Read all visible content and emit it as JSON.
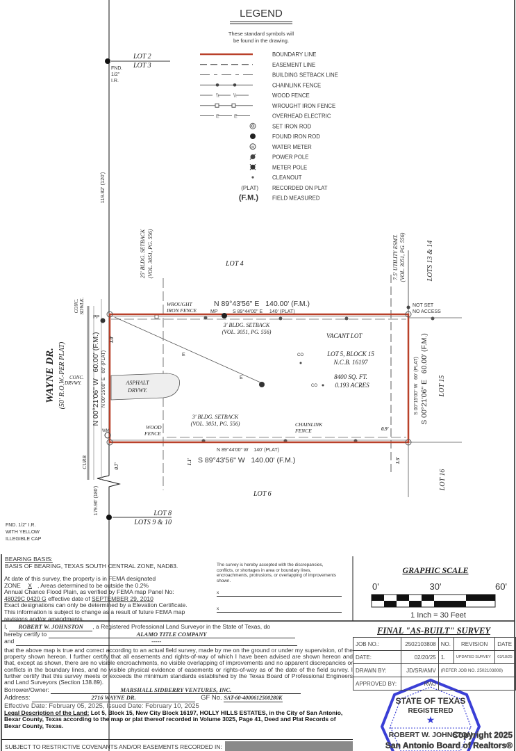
{
  "legend": {
    "title": "LEGEND",
    "subtitle": [
      "These standard symbols will",
      "be found in the drawing."
    ],
    "items": [
      {
        "label": "BOUNDARY LINE",
        "symbol": "boundary-line"
      },
      {
        "label": "EASEMENT LINE",
        "symbol": "easement-line"
      },
      {
        "label": "BUILDING SETBACK LINE",
        "symbol": "setback-line"
      },
      {
        "label": "CHAINLINK FENCE",
        "symbol": "chainlink-fence"
      },
      {
        "label": "WOOD FENCE",
        "symbol": "wood-fence"
      },
      {
        "label": "WROUGHT IRON FENCE",
        "symbol": "wrought-iron-fence"
      },
      {
        "label": "OVERHEAD ELECTRIC",
        "symbol": "overhead-electric"
      },
      {
        "label": "SET IRON ROD",
        "symbol": "set-iron-rod"
      },
      {
        "label": "FOUND IRON ROD",
        "symbol": "found-iron-rod"
      },
      {
        "label": "WATER METER",
        "symbol": "water-meter"
      },
      {
        "label": "POWER POLE",
        "symbol": "power-pole"
      },
      {
        "label": "METER POLE",
        "symbol": "meter-pole"
      },
      {
        "label": "CLEANOUT",
        "symbol": "cleanout"
      },
      {
        "label": "RECORDED ON PLAT",
        "symbol": "(PLAT)"
      },
      {
        "label": "FIELD MEASURED",
        "symbol": "(F.M.)"
      }
    ],
    "electric_letter": "E",
    "boundary_color": "#b9412a"
  },
  "plat": {
    "lot2": "LOT 2",
    "lot3": "LOT 3",
    "fnd_top": [
      "FND.",
      "1/2\"",
      "I.R."
    ],
    "west_dist": "119.82' (120')",
    "lot4": "LOT 4",
    "setback25": [
      "25' BLDG. SETBACK",
      "(VOL. 3051, PG. 556)"
    ],
    "utility_esmt": [
      "7.5' UTILITY ESMT.",
      "(VOL. 3051, PG. 556)"
    ],
    "lots13_14": "LOTS 13 & 14",
    "conc_sdwlk": [
      "CONC.",
      "SDWLK."
    ],
    "pp": "PP",
    "wrought_iron": [
      "WROUGHT",
      "IRON FENCE"
    ],
    "mp": "MP",
    "north_fm": "N 89°43'56\" E   140.00' (F.M.)",
    "north_plat": "S 89°44'00\" E     140' (PLAT)",
    "setback3_top": [
      "3' BLDG. SETBACK",
      "(VOL. 3051, PG. 556)"
    ],
    "not_set": [
      "NOT SET",
      "NO ACCESS"
    ],
    "one_ft": "1.0'",
    "street": "WAYNE DR.",
    "row": "(50' R.O.W.-PER PLAT)",
    "west_fm": "N 00°21'06\" W   60.00' (F.M.)",
    "west_plat": "N 00°15'00\" E   60' (PLAT)",
    "conc_drvwy": [
      "CONC.",
      "DRVWY."
    ],
    "asphalt": [
      "ASPHALT",
      "DRVWY."
    ],
    "vacant": "VACANT LOT",
    "lot5": "LOT 5, BLOCK 15",
    "ncb": "N.C.B. 16197",
    "sqft": "8400 SQ. FT.",
    "acres": "0.193 ACRES",
    "co": "CO",
    "east_fm": "S 00°21'06\" E   60.00' (F.M.)",
    "east_plat": "S 00°15'00\" W   60' (PLAT)",
    "lot15": "LOT 15",
    "wm": "WM",
    "wood_fence": [
      "WOOD",
      "FENCE"
    ],
    "setback3_bottom": [
      "3' BLDG. SETBACK",
      "(VOL. 3051, PG. 556)"
    ],
    "chainlink": [
      "CHAINLINK",
      "FENCE"
    ],
    "south_plat": "N 89°44'00\" W    140' (PLAT)",
    "south_fm": "S 89°43'56\" W   140.00' (F.M.)",
    "d09": "0.9'",
    "d11": "1.1'",
    "d15": "1.5'",
    "d07": "0.7'",
    "curb": "CURB",
    "south_dist": "179.96' (180')",
    "lot16": "LOT 16",
    "lot6": "LOT 6",
    "lot8": "LOT 8",
    "lots9_10": "LOTS 9 & 10",
    "fnd_bottom": [
      "FND. 1/2\" I.R.",
      "WITH YELLOW",
      "ILLEGIBLE CAP"
    ]
  },
  "notes": {
    "bearing_heading": "BEARING BASIS:",
    "bearing_text": "BASIS OF BEARING, TEXAS SOUTH CENTRAL ZONE, NAD83.",
    "fema_1": "At date of this survey, the property is in FEMA designated",
    "fema_zone_label": "ZONE",
    "fema_zone": "X",
    "fema_2": ", Areas determined to be outside the 0.2%",
    "fema_3": "Annual Chance Flood Plain, as verified by FEMA map Panel No:",
    "fema_panel": "48029C 0420 G",
    "fema_eff": "effective date of",
    "fema_date": "SEPTEMBER 29, 2010",
    "fema_4": "Exact designations can only be determined by a Elevation Certificate. This information is subject to change as a result of future FEMA map revisions and/or amendments.",
    "acceptance": "The survey is hereby accepted with the discrepancies, conflicts, or shortages in area or boundary lines, encroachments, protrusions, or overlapping of improvements shown.",
    "sig_x": "x"
  },
  "scale": {
    "title": "GRAPHIC SCALE",
    "ticks": [
      "0'",
      "30'",
      "60'"
    ],
    "ratio": "1 Inch = 30 Feet"
  },
  "certification": {
    "i": "I,",
    "surveyor": "ROBERT W. JOHNSTON",
    "line1": ", a Registered Professional Land Surveyor in the State of Texas, do",
    "certify_to": "hereby certify to",
    "company": "ALAMO TITLE COMPANY",
    "and": "and",
    "and_value": "-----",
    "body": "that the above map is true and correct according to an actual field survey, made by me on the ground or under my supervision, of the property shown hereon. I further certify that all easements and rights-of-way of which I have been advised are shown hereon and that, except as shown, there are no visible encroachments, no visible overlapping of improvements and no apparent discrepancies or conflicts in the boundary lines, and no visible physical evidence of easements or rights-of-way as of the date of the field survey. I further certify that this survey meets or exceeds the minimum standards established by the Texas Board of Professional Engineers and Land Surveyors (Section 138.89).",
    "borrower_label": "Borrower/Owner:",
    "borrower": "MARSHALL SIDBERRY VENTURES, INC.",
    "address_label": "Address:",
    "address": "2716 WAYNE DR.",
    "gf_label": "GF No.",
    "gf": "SAT-60-4000612500280K",
    "effective_label": "Effective Date:",
    "effective": "February 05, 2025,",
    "issued_label": "Issued Date:",
    "issued": "February 10, 2025",
    "legal_label": "Legal Description of the Land:",
    "legal": "Lot 5, Block 15, New City Block 16197, HOLLY HILLS ESTATES, in the City of San Antonio, Bexar County, Texas according to the map or plat thereof recorded in Volume 3025, Page 41, Deed and Plat Records of Bexar County, Texas.",
    "subject": "SUBJECT TO RESTRICTIVE COVENANTS AND/OR EASEMENTS RECORDED IN:"
  },
  "title_block": {
    "title": "FINAL \"AS-BUILT\" SURVEY",
    "rows": [
      {
        "label": "JOB NO.:",
        "value": "2502103808"
      },
      {
        "label": "DATE:",
        "value": "02/20/25"
      },
      {
        "label": "DRAWN BY:",
        "value": "JD/SR/AMV"
      },
      {
        "label": "APPROVED BY:",
        "value": "RWJ"
      }
    ],
    "rev_headers": [
      "NO.",
      "REVISION",
      "DATE"
    ],
    "rev_row": [
      "1.",
      "UPDATED SURVEY",
      "03/18/25"
    ],
    "rev_note": "(REFER JOB NO. 2502103808)"
  },
  "seal": {
    "top": "STATE OF TEXAS",
    "registered": "REGISTERED",
    "name": "ROBERT W. JOHNSTON",
    "color": "#3a3fd6"
  },
  "watermark": [
    "Copyright 2025",
    "San Antonio Board of Realtors®"
  ]
}
